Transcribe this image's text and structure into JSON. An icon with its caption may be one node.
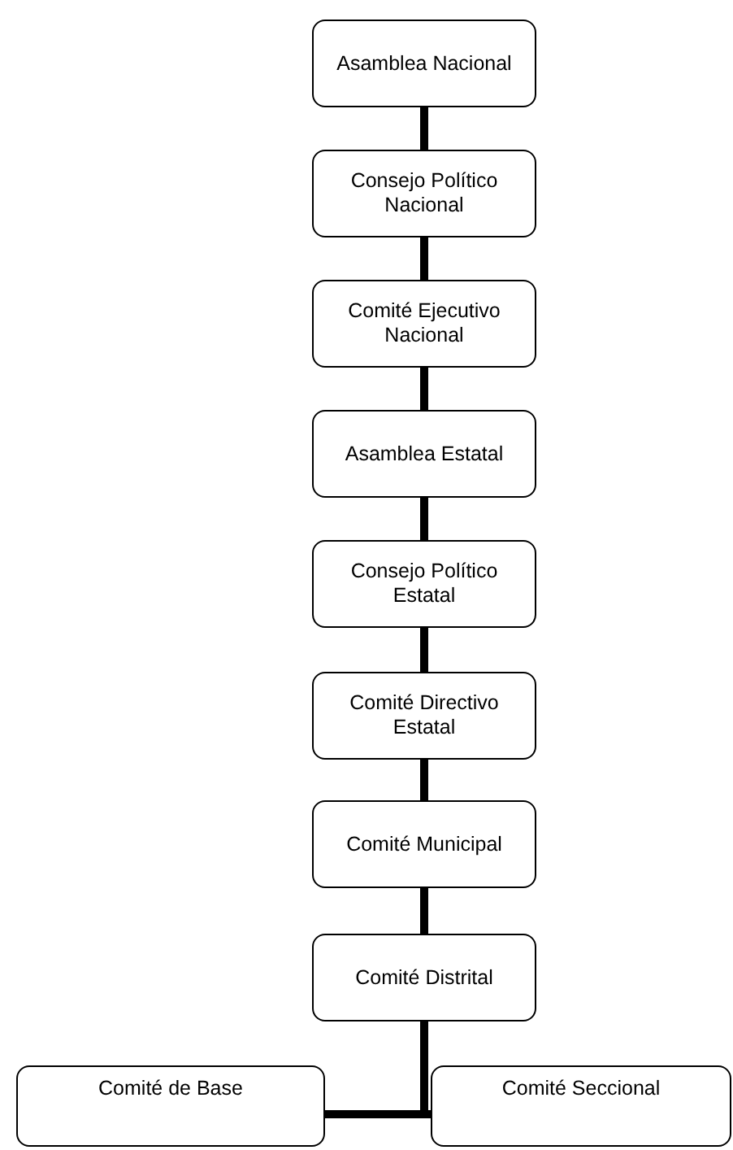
{
  "diagram": {
    "nodes": [
      {
        "text": [
          "Asamblea Nacional"
        ]
      },
      {
        "text": [
          "Consejo Político Nacional"
        ]
      },
      {
        "text": [
          "Comité Ejecutivo Nacional"
        ]
      },
      {
        "text": [
          "Asamblea Estatal"
        ]
      },
      {
        "text": [
          "Consejo Político Estatal"
        ]
      },
      {
        "text": [
          "Comité Directivo Estatal"
        ]
      },
      {
        "text": [
          "Comité Municipal"
        ]
      },
      {
        "text": [
          "Comité Distrital"
        ]
      },
      {
        "text": [
          "Comité de Base"
        ]
      },
      {
        "text": [
          "Comité Seccional"
        ]
      }
    ],
    "edges": [
      {
        "from": 0,
        "to": 1,
        "arrow": "none"
      },
      {
        "from": 1,
        "to": 2,
        "arrow": "none"
      },
      {
        "from": 2,
        "to": 3,
        "arrow": "none"
      },
      {
        "from": 3,
        "to": 4,
        "arrow": "none"
      },
      {
        "from": 4,
        "to": 5,
        "arrow": "none"
      },
      {
        "from": 5,
        "to": 6,
        "arrow": "none"
      },
      {
        "from": 6,
        "to": 7,
        "arrow": "none"
      },
      {
        "from": 7,
        "to": 8,
        "arrow": "none"
      },
      {
        "from": 7,
        "to": 9,
        "arrow": "none"
      }
    ]
  }
}
